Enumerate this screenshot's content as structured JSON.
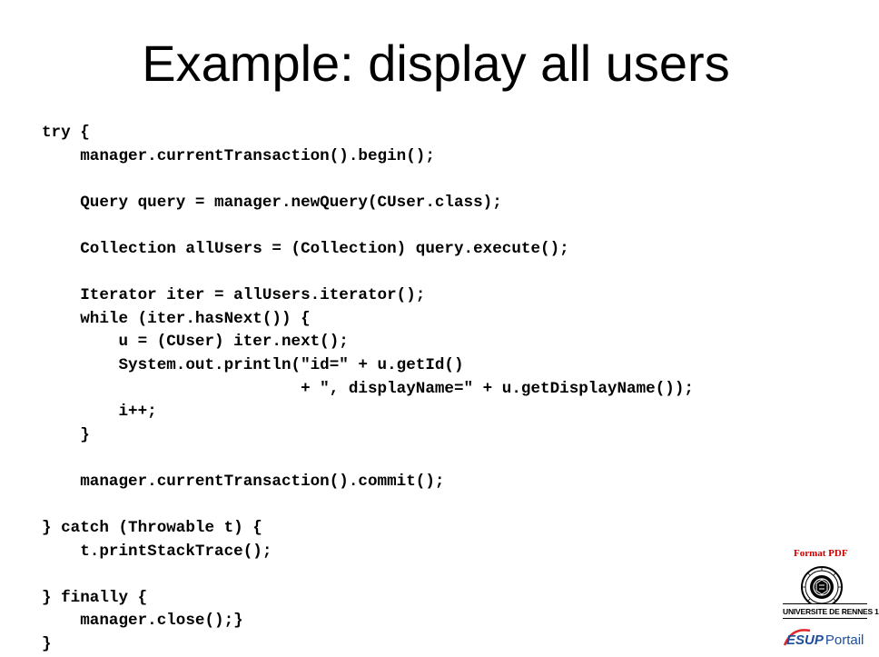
{
  "slide": {
    "title": "Example: display all users"
  },
  "code_lines": [
    "try {",
    "    manager.currentTransaction().begin();",
    "",
    "    Query query = manager.newQuery(CUser.class);",
    "",
    "    Collection allUsers = (Collection) query.execute();",
    "",
    "    Iterator iter = allUsers.iterator();",
    "    while (iter.hasNext()) {",
    "        u = (CUser) iter.next();",
    "        System.out.println(\"id=\" + u.getId()",
    "                           + \", displayName=\" + u.getDisplayName());",
    "        i++;",
    "    }",
    "",
    "    manager.currentTransaction().commit();",
    "",
    "} catch (Throwable t) {",
    "    t.printStackTrace();",
    "",
    "} finally {",
    "    manager.close();}",
    "}"
  ],
  "branding": {
    "format_label": "Format PDF",
    "university_name": "UNIVERSITE DE RENNES 1",
    "esup_logo_text": "ESUP Portail",
    "accent_color": "#cc0000",
    "logo_blue": "#1f4e9c",
    "logo_red": "#e0252b"
  }
}
